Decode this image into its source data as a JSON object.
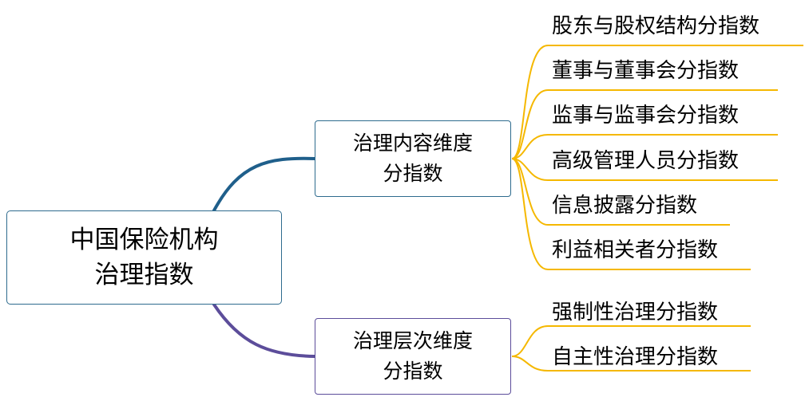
{
  "root": {
    "line1": "中国保险机构",
    "line2": "治理指数"
  },
  "branches": [
    {
      "line1": "治理内容维度",
      "line2": "分指数",
      "color": "#1f5f8b",
      "leaves": [
        "股东与股权结构分指数",
        "董事与董事会分指数",
        "监事与监事会分指数",
        "高级管理人员分指数",
        "信息披露分指数",
        "利益相关者分指数"
      ]
    },
    {
      "line1": "治理层次维度",
      "line2": "分指数",
      "color": "#5c4d9a",
      "leaves": [
        "强制性治理分指数",
        "自主性治理分指数"
      ]
    }
  ],
  "leaf_line_color": "#f5b800"
}
